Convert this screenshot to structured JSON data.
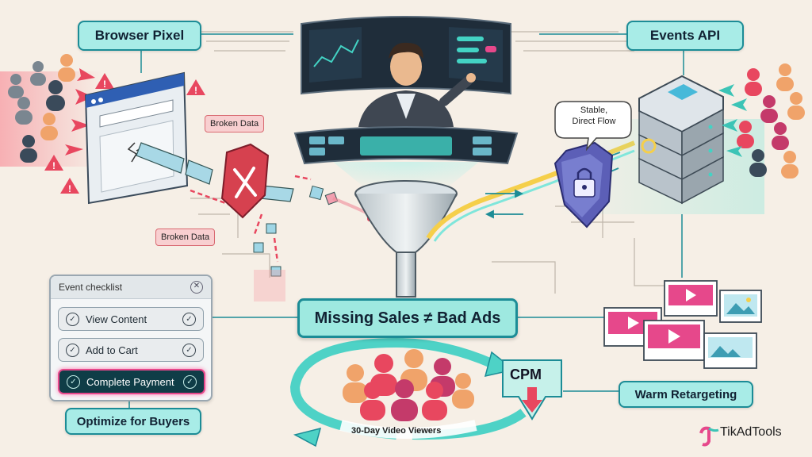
{
  "labels": {
    "browser_pixel": "Browser Pixel",
    "events_api": "Events API",
    "broken_data_1": "Broken Data",
    "broken_data_2": "Broken Data",
    "stable_line1": "Stable,",
    "stable_line2": "Direct Flow",
    "center_title": "Missing Sales ≠ Bad Ads",
    "optimize": "Optimize for Buyers",
    "warm": "Warm Retargeting",
    "cpm": "CPM",
    "viewers": "30-Day Video Viewers"
  },
  "checklist": {
    "title": "Event checklist",
    "items": [
      {
        "label": "View Content",
        "state": "checked"
      },
      {
        "label": "Add to Cart",
        "state": "checked"
      },
      {
        "label": "Complete Payment",
        "state": "selected"
      }
    ]
  },
  "brand": {
    "name": "TikAdTools"
  },
  "icons": [
    "warning-icon",
    "lock-icon",
    "shield-icon",
    "play-icon",
    "image-icon",
    "check-icon",
    "close-icon",
    "cloud-icon"
  ],
  "colors": {
    "background": "#f6efe6",
    "teal": "#1c8c96",
    "teal_fill": "#a8ece7",
    "broken_red": "#e8475f",
    "stable_yellow": "#f5cf4a",
    "pink": "#e6488b"
  }
}
